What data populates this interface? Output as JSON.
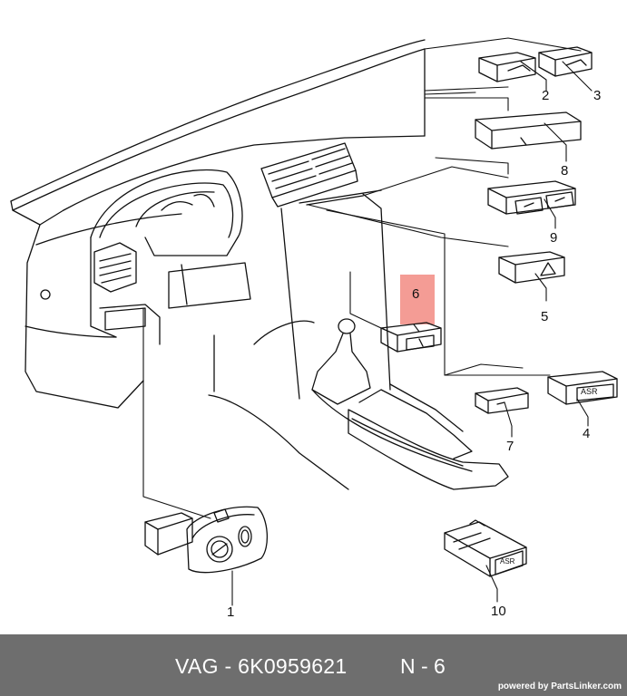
{
  "diagram": {
    "callouts": [
      {
        "id": "1",
        "label": "1"
      },
      {
        "id": "2",
        "label": "2"
      },
      {
        "id": "3",
        "label": "3"
      },
      {
        "id": "4",
        "label": "4"
      },
      {
        "id": "5",
        "label": "5"
      },
      {
        "id": "6",
        "label": "6"
      },
      {
        "id": "7",
        "label": "7"
      },
      {
        "id": "8",
        "label": "8"
      },
      {
        "id": "9",
        "label": "9"
      },
      {
        "id": "10",
        "label": "10"
      }
    ],
    "highlighted_callout": "6",
    "switch_labels": {
      "asr_switch_4": "ASR",
      "asr_switch_10": "ASR"
    },
    "highlight_color": "#f28b82",
    "line_color": "#111111"
  },
  "footer": {
    "part_number": "VAG - 6K0959621",
    "position": "N - 6",
    "powered_by_prefix": "powered by ",
    "powered_by_brand": "PartsLinker.com",
    "background_color": "#6e6e6e"
  }
}
